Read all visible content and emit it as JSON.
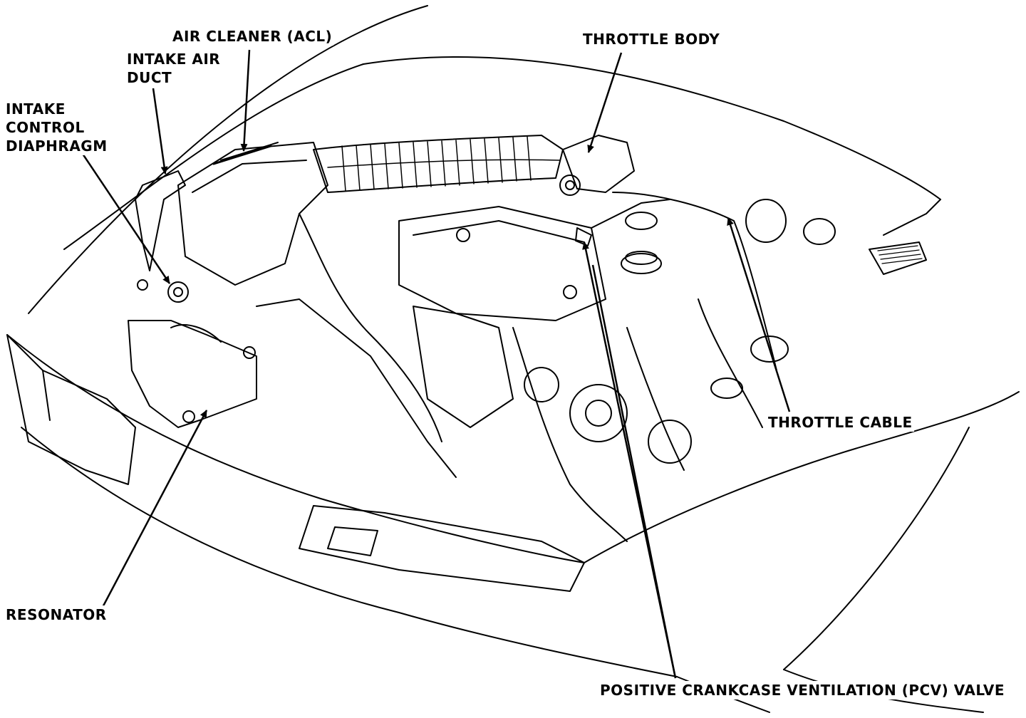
{
  "diagram": {
    "labels": {
      "air_cleaner": "AIR CLEANER (ACL)",
      "intake_air_duct_line1": "INTAKE AIR",
      "intake_air_duct_line2": "DUCT",
      "intake_control_diaphragm_line1": "INTAKE",
      "intake_control_diaphragm_line2": "CONTROL",
      "intake_control_diaphragm_line3": "DIAPHRAGM",
      "throttle_body": "THROTTLE BODY",
      "throttle_cable": "THROTTLE CABLE",
      "resonator": "RESONATOR",
      "pcv_valve": "POSITIVE CRANKCASE VENTILATION (PCV) VALVE"
    },
    "colors": {
      "ink": "#000000",
      "paper": "#ffffff"
    }
  }
}
